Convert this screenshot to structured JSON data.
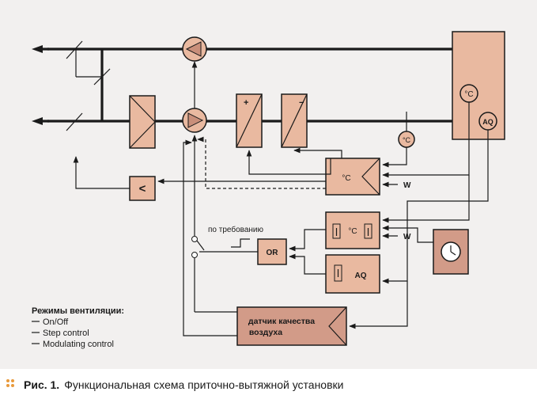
{
  "labels": {
    "heat_plus": "+",
    "cool_minus": "−",
    "room_temp_sensor": "°C",
    "air_quality_sensor": "AQ",
    "duct_temp_sensor": "°C",
    "temp_controller": "°C",
    "min_selector": "<",
    "weather_input_1": "W",
    "weather_input_2": "W",
    "step_temp_controller": "°C",
    "step_aq_controller": "AQ",
    "or_gate": "OR",
    "on_demand": "по требованию",
    "air_quality_sensor_block": [
      "датчик качества",
      "воздуха"
    ]
  },
  "legend": {
    "title": "Режимы вентиляции:",
    "items": [
      "On/Off",
      "Step control",
      "Modulating control"
    ]
  },
  "caption": {
    "label": "Рис. 1.",
    "text": "Функциональная схема приточно-вытяжной установки"
  },
  "colors": {
    "panel": "#f2f0ef",
    "block_fill": "#e9b9a0",
    "block_dark": "#d29b88",
    "ink": "#1a1a1a",
    "accent": "#e89a3c"
  }
}
